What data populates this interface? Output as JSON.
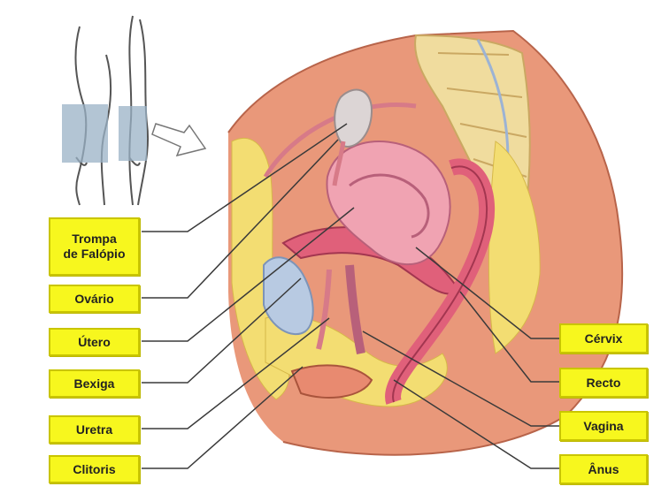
{
  "colors": {
    "label_fill": "#f7f71e",
    "leader_line": "#3a3a3a"
  },
  "labels_left": [
    {
      "key": "trompa",
      "text": "Trompa\nde Falópio"
    },
    {
      "key": "ovario",
      "text": "Ovário"
    },
    {
      "key": "utero",
      "text": "Útero"
    },
    {
      "key": "bexiga",
      "text": "Bexiga"
    },
    {
      "key": "uretra",
      "text": "Uretra"
    },
    {
      "key": "clitoris",
      "text": "Clitoris"
    }
  ],
  "labels_right": [
    {
      "key": "cervix",
      "text": "Cérvix"
    },
    {
      "key": "recto",
      "text": "Recto"
    },
    {
      "key": "vagina",
      "text": "Vagina"
    },
    {
      "key": "anus",
      "text": "Ânus"
    }
  ]
}
